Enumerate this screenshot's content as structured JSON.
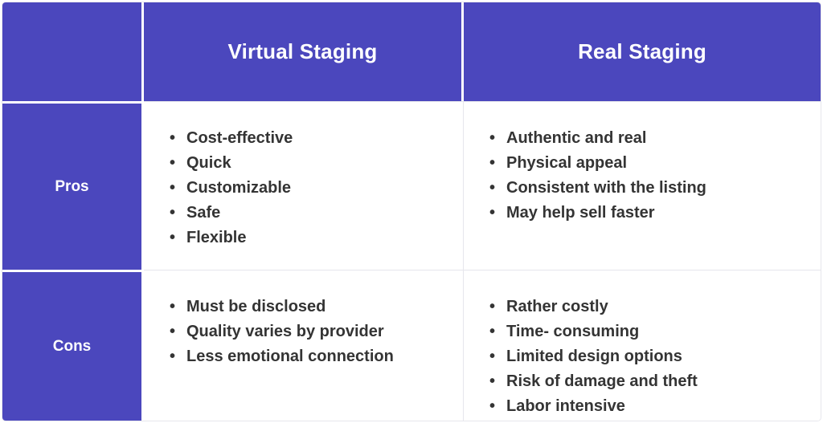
{
  "table": {
    "accent_color": "#4b47bd",
    "text_color": "#343434",
    "header_text_color": "#ffffff",
    "border_color": "#e6e6ec",
    "bullet_glyph": "•",
    "corner_label": "",
    "columns": [
      {
        "key": "label",
        "label": ""
      },
      {
        "key": "virtual",
        "label": "Virtual Staging"
      },
      {
        "key": "real",
        "label": "Real Staging"
      }
    ],
    "rows": [
      {
        "label": "Pros",
        "virtual": [
          "Cost-effective",
          "Quick",
          "Customizable",
          "Safe",
          "Flexible"
        ],
        "real": [
          "Authentic and real",
          "Physical appeal",
          "Consistent with the listing",
          "May help sell faster"
        ]
      },
      {
        "label": "Cons",
        "virtual": [
          "Must be disclosed",
          "Quality varies by provider",
          "Less emotional connection"
        ],
        "real": [
          "Rather costly",
          "Time- consuming",
          "Limited design options",
          "Risk of damage and theft",
          "Labor intensive"
        ]
      }
    ]
  }
}
